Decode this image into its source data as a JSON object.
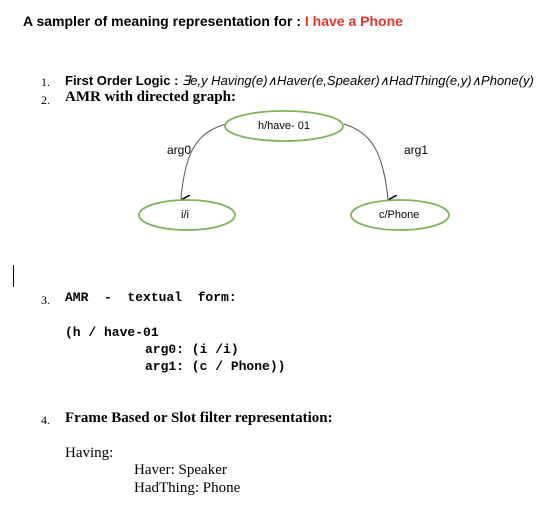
{
  "title": {
    "prefix": "A sampler of meaning representation for : ",
    "highlight": "I have a Phone"
  },
  "colors": {
    "highlight": "#e8332a",
    "node_stroke": "#7fb55a",
    "edge": "#555555"
  },
  "items": [
    {
      "num": "1.",
      "label": "First Order Logic : ",
      "formula": "∃e,y Having(e)∧Haver(e,Speaker)∧HadThing(e,y)∧Phone(y)"
    },
    {
      "num": "2.",
      "label": "AMR with directed graph:"
    },
    {
      "num": "3.",
      "label": "AMR  -  textual  form:"
    },
    {
      "num": "4.",
      "label": "Frame Based or Slot filter representation:"
    }
  ],
  "graph": {
    "nodes": {
      "root": "h/have- 01",
      "left": "i/i",
      "right": "c/Phone"
    },
    "edges": {
      "left": "arg0",
      "right": "arg1"
    }
  },
  "amr_text": {
    "line1": "(h / have-01",
    "line2": "arg0: (i /i)",
    "line3": "arg1: (c / Phone))"
  },
  "frame": {
    "name": "Having:",
    "slot1": "Haver: Speaker",
    "slot2": "HadThing: Phone"
  }
}
